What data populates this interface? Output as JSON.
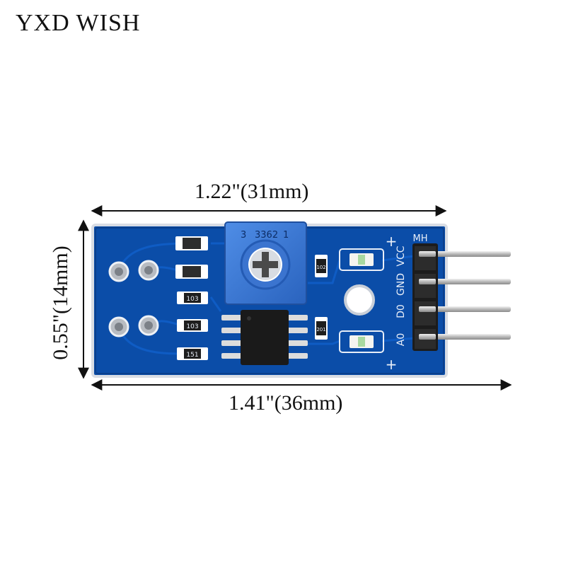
{
  "brand": "YXD WISH",
  "dimensions": {
    "top_width": "1.22\"(31mm)",
    "bottom_width": "1.41\"(36mm)",
    "height": "0.55\"(14mm)"
  },
  "board": {
    "connector_header": "MH",
    "pin_labels": [
      "VCC",
      "GND",
      "D0",
      "A0"
    ],
    "polarity_marks": [
      "+",
      "+"
    ],
    "potentiometer_code": "3362",
    "potentiometer_pin_marks": [
      "1",
      "3"
    ],
    "resistor_codes": [
      "103",
      "103",
      "151"
    ],
    "smd_small_codes": [
      "102",
      "201"
    ],
    "colors": {
      "pcb": "#0b4da8",
      "trim_pot": "#3a78d6",
      "header": "#1c1c1c",
      "pins": "#c8c8c8"
    }
  }
}
